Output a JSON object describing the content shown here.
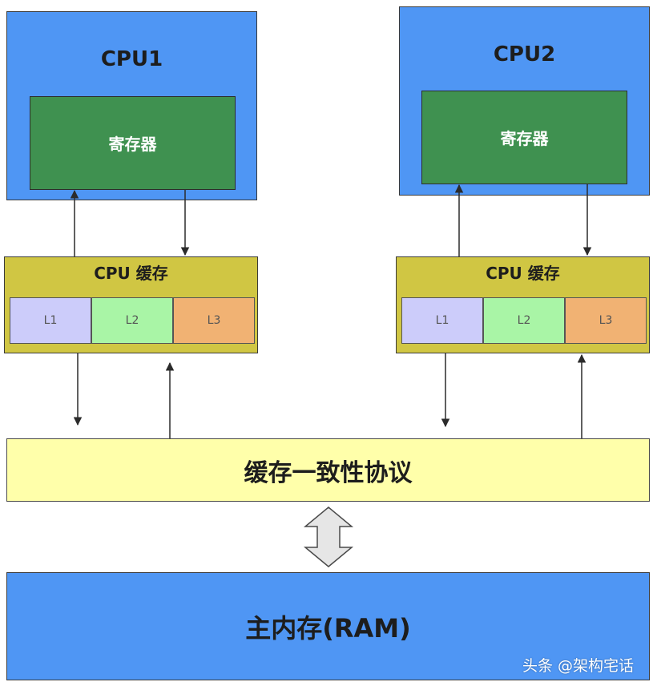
{
  "cpus": [
    {
      "title": "CPU1",
      "register_label": "寄存器",
      "cache_title": "CPU 缓存",
      "levels": [
        "L1",
        "L2",
        "L3"
      ]
    },
    {
      "title": "CPU2",
      "register_label": "寄存器",
      "cache_title": "CPU 缓存",
      "levels": [
        "L1",
        "L2",
        "L3"
      ]
    }
  ],
  "protocol_label": "缓存一致性协议",
  "memory_label": "主内存(RAM)",
  "watermark": "头条 @架构宅话",
  "colors": {
    "cpu_blue": "#4f96f4",
    "register_green": "#3f9150",
    "cache_olive": "#d0c643",
    "l1": "#ccccfa",
    "l2": "#a9f5a6",
    "l3": "#f1b273",
    "protocol_yellow": "#ffffaa"
  }
}
